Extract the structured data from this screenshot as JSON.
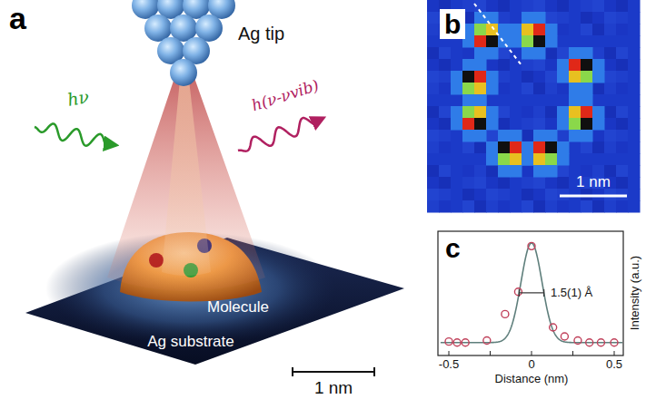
{
  "diagram": {
    "labels": [
      "a",
      "Ag tip",
      "hν",
      "h(ν-νvib)",
      "Molecule",
      "Ag substrate",
      "1 nm",
      "b",
      "1 nm",
      "c",
      "1.5(1) Å",
      "Intensity (a.u.)",
      "-0.5",
      "0",
      "0.5",
      "Distance (nm)"
    ]
  }
}
